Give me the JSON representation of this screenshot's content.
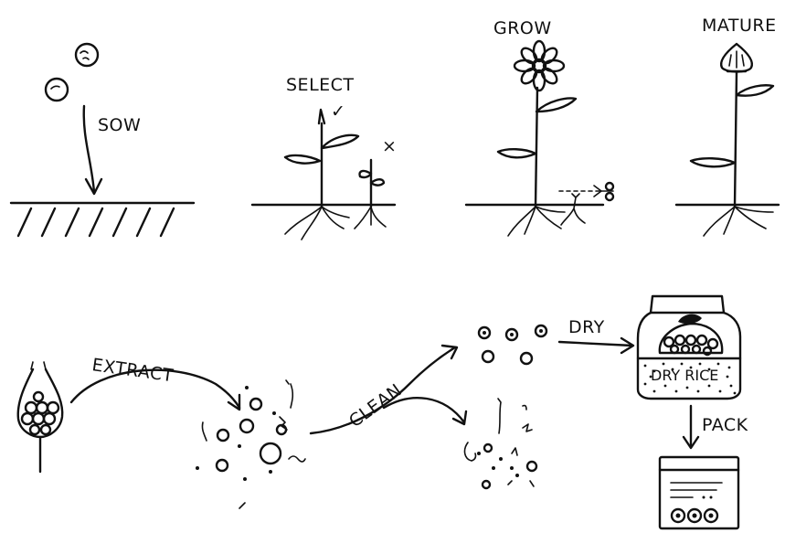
{
  "labels": {
    "sow": "SOW",
    "select": "SELECT",
    "grow": "GROW",
    "mature": "MATURE",
    "extract": "EXTRACT",
    "clean": "CLEAN",
    "dry": "DRY",
    "dry_rice": "DRY RICE",
    "pack": "PACK"
  },
  "marks": {
    "check": "✓",
    "cross": "×"
  },
  "colors": {
    "ink": "#111111",
    "paper": "#ffffff"
  }
}
